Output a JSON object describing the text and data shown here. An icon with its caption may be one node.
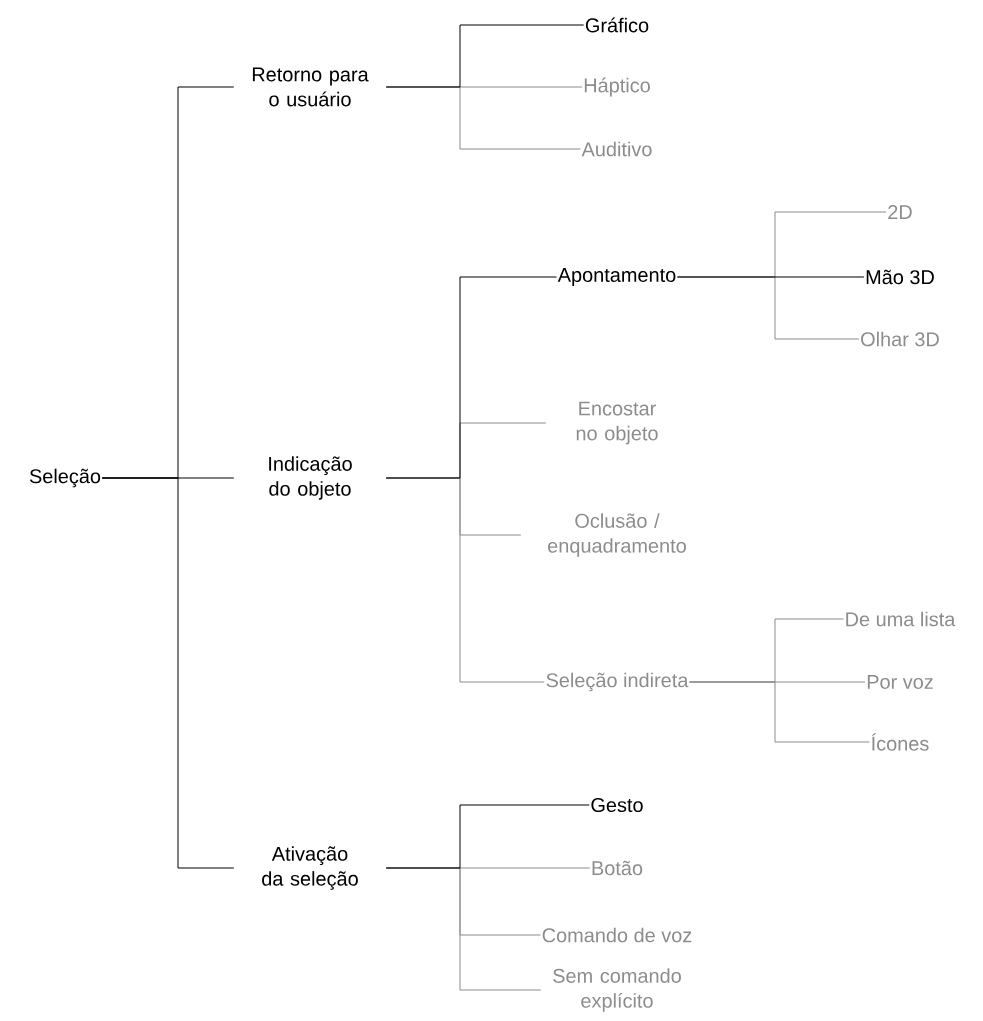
{
  "diagram": {
    "nodes": [
      {
        "text": [
          "Seleção"
        ]
      },
      {
        "text": [
          "Retorno para o usuário"
        ]
      },
      {
        "text": [
          "Indicação do objeto"
        ]
      },
      {
        "text": [
          "Ativação da seleção"
        ]
      },
      {
        "text": [
          "Gráfico"
        ]
      },
      {
        "text": [
          "Háptico"
        ]
      },
      {
        "text": [
          "Auditivo"
        ]
      },
      {
        "text": [
          "Apontamento"
        ]
      },
      {
        "text": [
          "Encostar no objeto"
        ]
      },
      {
        "text": [
          "Oclusão / enquadramento"
        ]
      },
      {
        "text": [
          "Seleção indireta"
        ]
      },
      {
        "text": [
          "2D"
        ]
      },
      {
        "text": [
          "Mão 3D"
        ]
      },
      {
        "text": [
          "Olhar 3D"
        ]
      },
      {
        "text": [
          "De uma lista"
        ]
      },
      {
        "text": [
          "Por voz"
        ]
      },
      {
        "text": [
          "Ícones"
        ]
      },
      {
        "text": [
          "Gesto"
        ]
      },
      {
        "text": [
          "Botão"
        ]
      },
      {
        "text": [
          "Comando de voz"
        ]
      },
      {
        "text": [
          "Sem comando explícito"
        ]
      }
    ],
    "edges": [
      {
        "from": 0,
        "to": 1,
        "arrow": "none",
        "color": "#000000"
      },
      {
        "from": 0,
        "to": 2,
        "arrow": "none",
        "color": "#000000"
      },
      {
        "from": 0,
        "to": 3,
        "arrow": "none",
        "color": "#000000"
      },
      {
        "from": 1,
        "to": 4,
        "arrow": "none",
        "color": "#000000"
      },
      {
        "from": 1,
        "to": 5,
        "arrow": "none"
      },
      {
        "from": 1,
        "to": 6,
        "arrow": "none"
      },
      {
        "from": 2,
        "to": 7,
        "arrow": "none",
        "color": "#000000"
      },
      {
        "from": 2,
        "to": 8,
        "arrow": "none"
      },
      {
        "from": 2,
        "to": 9,
        "arrow": "none"
      },
      {
        "from": 2,
        "to": 10,
        "arrow": "none"
      },
      {
        "from": 7,
        "to": 11,
        "arrow": "none"
      },
      {
        "from": 7,
        "to": 12,
        "arrow": "none",
        "color": "#000000"
      },
      {
        "from": 7,
        "to": 13,
        "arrow": "none"
      },
      {
        "from": 10,
        "to": 14,
        "arrow": "none"
      },
      {
        "from": 10,
        "to": 15,
        "arrow": "none"
      },
      {
        "from": 10,
        "to": 16,
        "arrow": "none"
      },
      {
        "from": 3,
        "to": 17,
        "arrow": "none",
        "color": "#000000"
      },
      {
        "from": 3,
        "to": 18,
        "arrow": "none"
      },
      {
        "from": 3,
        "to": 19,
        "arrow": "none"
      },
      {
        "from": 3,
        "to": 20,
        "arrow": "none"
      }
    ]
  }
}
